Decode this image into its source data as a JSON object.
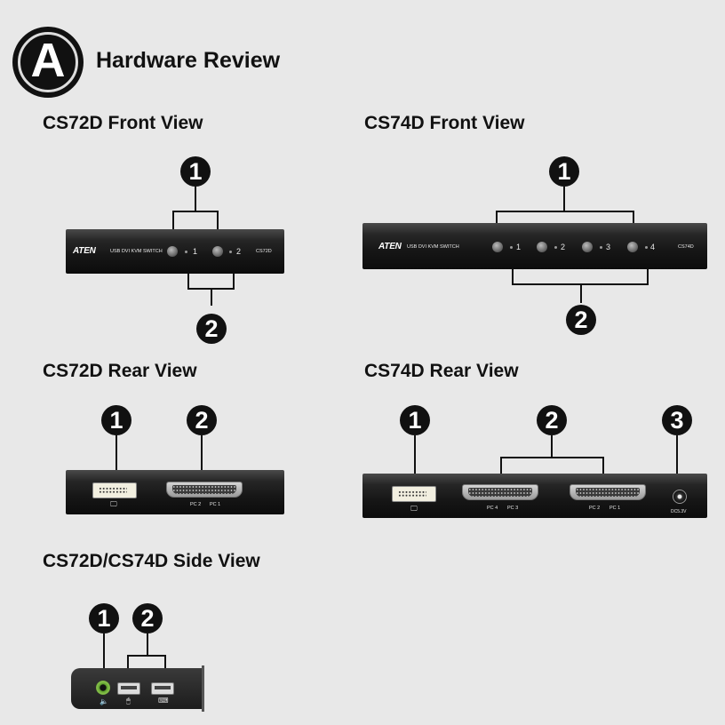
{
  "header": {
    "badge": "A",
    "title": "Hardware Review"
  },
  "sections": {
    "cs72d_front": "CS72D Front View",
    "cs74d_front": "CS74D Front View",
    "cs72d_rear": "CS72D Rear View",
    "cs74d_rear": "CS74D Rear View",
    "side": "CS72D/CS74D Side View"
  },
  "callouts": {
    "one": "1",
    "two": "2",
    "three": "3"
  },
  "device": {
    "brand": "ATEN",
    "product_label": "USB DVI KVM SWITCH",
    "model_cs72d": "CS72D",
    "model_cs74d": "CS74D",
    "port_numbers": [
      "1",
      "2",
      "3",
      "4"
    ],
    "rear_labels": {
      "pc1": "PC 1",
      "pc2": "PC 2",
      "pc3": "PC 3",
      "pc4": "PC 4",
      "dc": "DC5.3V"
    }
  },
  "icons": {
    "monitor": "monitor-icon",
    "mouse": "mouse-icon",
    "keyboard": "keyboard-icon",
    "speaker": "speaker-icon"
  }
}
